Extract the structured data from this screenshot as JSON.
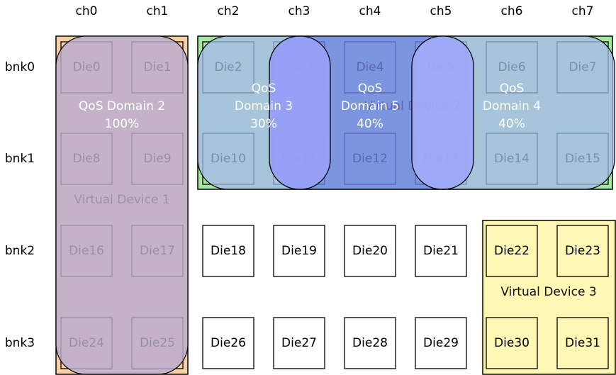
{
  "channels": [
    "ch0",
    "ch1",
    "ch2",
    "ch3",
    "ch4",
    "ch5",
    "ch6",
    "ch7"
  ],
  "banks": [
    "bnk0",
    "bnk1",
    "bnk2",
    "bnk3"
  ],
  "dies": [
    [
      "Die0",
      "Die1",
      "Die2",
      "Die3",
      "Die4",
      "Die5",
      "Die6",
      "Die7"
    ],
    [
      "Die8",
      "Die9",
      "Die10",
      "Die11",
      "Die12",
      "Die13",
      "Die14",
      "Die15"
    ],
    [
      "Die16",
      "Die17",
      "Die18",
      "Die19",
      "Die20",
      "Die21",
      "Die22",
      "Die23"
    ],
    [
      "Die24",
      "Die25",
      "Die26",
      "Die27",
      "Die28",
      "Die29",
      "Die30",
      "Die31"
    ]
  ],
  "virtual_devices": [
    {
      "id": "vd1",
      "label": "Virtual Device 1",
      "color": "#f8cfa5"
    },
    {
      "id": "vd2",
      "label": "Virtual Device 2",
      "color": "#a6e8a3"
    },
    {
      "id": "vd3",
      "label": "Virtual Device 3",
      "color": "#fff8b4"
    }
  ],
  "qos_domains": [
    {
      "id": "qd2",
      "lines": [
        "QoS Domain 2",
        "100%"
      ],
      "color": "#b8acd0"
    },
    {
      "id": "qd3",
      "lines": [
        "QoS",
        "Domain 3",
        "30%"
      ],
      "color": "#a6b8ec"
    },
    {
      "id": "qd5",
      "lines": [
        "QoS",
        "Domain 5",
        "40%"
      ],
      "color": "#6f7df0"
    },
    {
      "id": "qd4",
      "lines": [
        "QoS",
        "Domain 4",
        "40%"
      ],
      "color": "#a6b8ec"
    },
    {
      "id": "qd3b",
      "lines": [],
      "color": "#a0a8fa"
    },
    {
      "id": "qd4b",
      "lines": [],
      "color": "#a0a8fa"
    }
  ]
}
